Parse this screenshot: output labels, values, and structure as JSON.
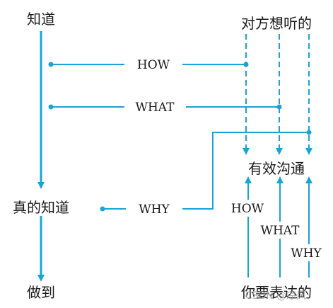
{
  "nodes": {
    "know": "知道",
    "truly_know": "真的知道",
    "do_it": "做到",
    "audience_wants": "对方想听的",
    "effective_communication": "有效沟通",
    "you_want_to_express": "你要表达的"
  },
  "links": {
    "how": "HOW",
    "what": "WHAT",
    "why": "WHY"
  },
  "watermark": "CSDN @凉风",
  "colors": {
    "line": "#1aa3d6",
    "text": "#1a1a1a"
  }
}
